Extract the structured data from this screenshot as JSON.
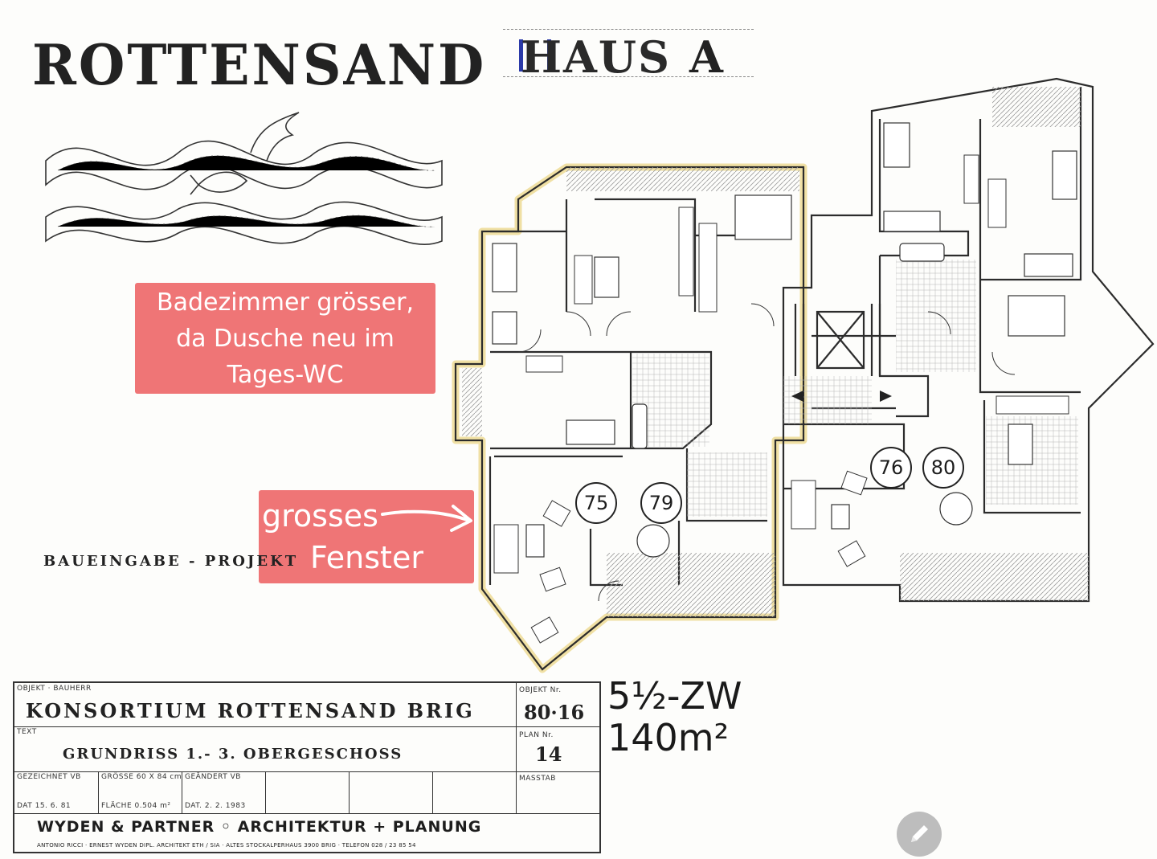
{
  "header": {
    "project_name": "ROTTENSAND",
    "house_word": "HAUS",
    "house_letter": "A"
  },
  "annotations": {
    "bathroom_note_lines": [
      "Badezimmer grösser,",
      "da Dusche neu im",
      "Tages-WC"
    ],
    "window_note_line1": "grosses",
    "window_note_line2": "Fenster",
    "note_color": "#ef7576"
  },
  "side_stamp": "BAUEINGABE - PROJEKT",
  "plan": {
    "apartment_numbers": [
      "75",
      "79",
      "76",
      "80"
    ],
    "unit_type": "5½-ZW",
    "unit_area": "140m²"
  },
  "title_block": {
    "client_label": "OBJEKT · BAUHERR",
    "client_value": "KONSORTIUM   ROTTENSAND   BRIG",
    "object_no_label": "OBJEKT Nr.",
    "object_no_value": "80·16",
    "text_label": "TEXT",
    "text_value": "GRUNDRISS   1.- 3.   OBERGESCHOSS",
    "plan_no_label": "PLAN Nr.",
    "plan_no_value": "14",
    "drawn_label": "GEZEICHNET VB",
    "drawn_date": "DAT 15. 6. 81",
    "size_label": "GRÖSSE 60 X 84  cm",
    "area_label": "FLÄCHE 0.504  m²",
    "changed_label": "GEÄNDERT VB",
    "changed_date": "DAT. 2. 2. 1983",
    "scale_label": "MASSTAB",
    "firm_name": "WYDEN & PARTNER ◦ ARCHITEKTUR + PLANUNG",
    "firm_address": "ANTONIO RICCI · ERNEST WYDEN  DIPL. ARCHITEKT ETH / SIA · ALTES STOCKALPERHAUS 3900 BRIG · TELEFON 028 / 23 85 54"
  },
  "controls": {
    "edit_icon": "pencil-icon"
  }
}
